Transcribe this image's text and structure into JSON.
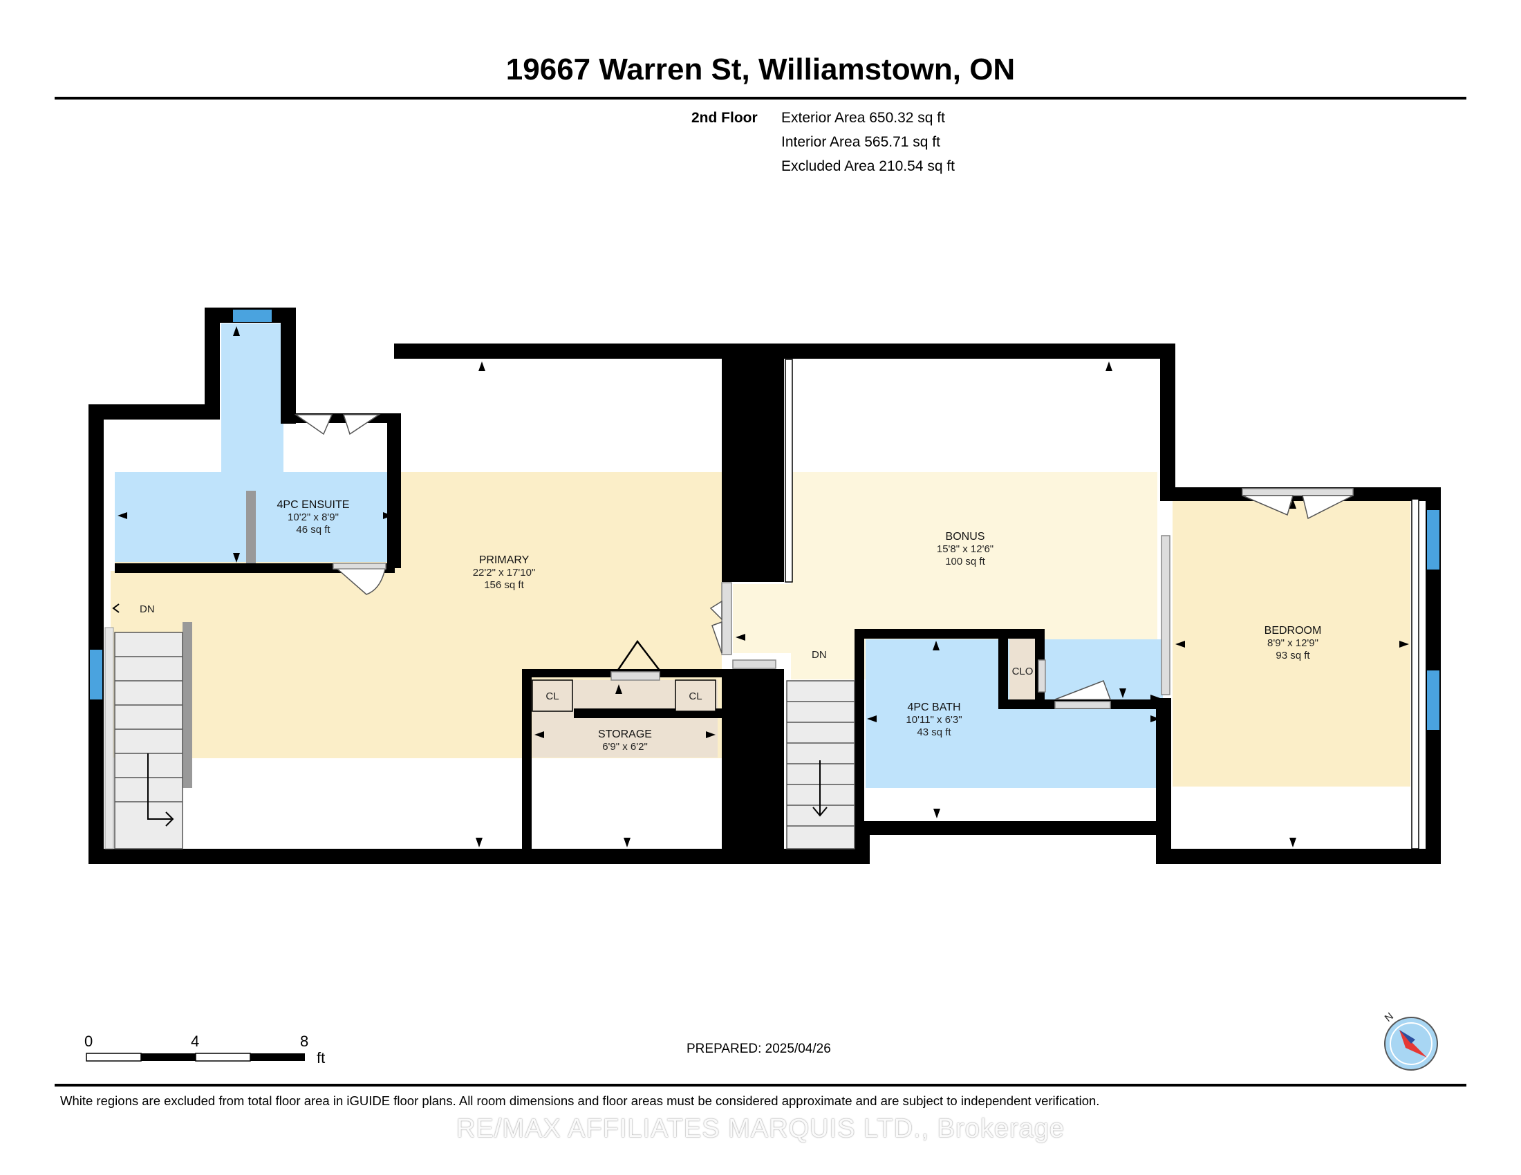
{
  "header": {
    "address": "19667 Warren St, Williamstown, ON",
    "floor_label": "2nd Floor",
    "exterior_area": "Exterior Area 650.32 sq ft",
    "interior_area": "Interior Area 565.71 sq ft",
    "excluded_area": "Excluded Area 210.54 sq ft"
  },
  "rooms": {
    "ensuite": {
      "name": "4PC ENSUITE",
      "dims": "10'2\" x 8'9\"",
      "area": "46 sq ft"
    },
    "primary": {
      "name": "PRIMARY",
      "dims": "22'2\" x 17'10\"",
      "area": "156 sq ft"
    },
    "bonus": {
      "name": "BONUS",
      "dims": "15'8\" x 12'6\"",
      "area": "100 sq ft"
    },
    "bedroom": {
      "name": "BEDROOM",
      "dims": "8'9\" x 12'9\"",
      "area": "93 sq ft"
    },
    "bath": {
      "name": "4PC BATH",
      "dims": "10'11\" x 6'3\"",
      "area": "43 sq ft"
    },
    "storage": {
      "name": "STORAGE",
      "dims": "6'9\" x 6'2\"",
      "area": ""
    },
    "cl_left": {
      "name": "CL"
    },
    "cl_right": {
      "name": "CL"
    },
    "clo": {
      "name": "CLO"
    }
  },
  "stairs": {
    "left_label": "DN",
    "right_label": "DN"
  },
  "scale_bar": {
    "labels": [
      "0",
      "4",
      "8"
    ],
    "unit": "ft"
  },
  "compass": {
    "label": "N"
  },
  "prepared": "PREPARED: 2025/04/26",
  "footnote": "White regions are excluded from total floor area in iGUIDE floor plans. All room dimensions and floor areas must be considered approximate and are subject to independent verification.",
  "watermark": "RE/MAX AFFILIATES MARQUIS LTD., Brokerage",
  "colors": {
    "wall": "#000000",
    "wet_room": "#bfe3fb",
    "bedroom_room": "#fbeec8",
    "bonus_room": "#fdf6dd",
    "storage_room": "#ece1d2",
    "compass_ring": "#a8d6f3",
    "compass_needle": "#e53935"
  }
}
